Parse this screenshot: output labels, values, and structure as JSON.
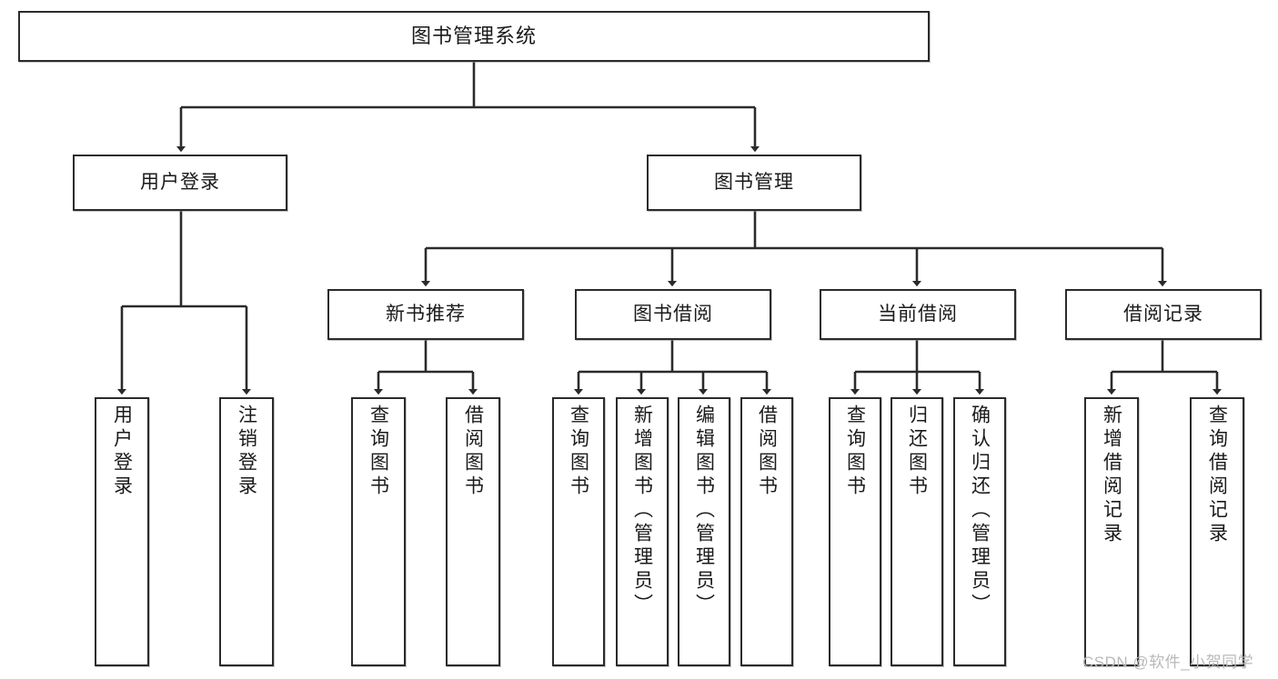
{
  "diagram": {
    "type": "tree-hierarchy-chart",
    "title": "图书管理系统",
    "watermark": "CSDN @软件_小贺同学",
    "colors": {
      "background": "#ffffff",
      "box_border": "#2b2b2b",
      "box_fill": "#ffffff",
      "connector": "#2b2b2b",
      "text": "#1a1a1a",
      "watermark": "#b9b9b9"
    },
    "root": {
      "id": "root",
      "label": "图书管理系统"
    },
    "level2": [
      {
        "id": "user-login",
        "label": "用户登录"
      },
      {
        "id": "book-manage",
        "label": "图书管理"
      }
    ],
    "level3": [
      {
        "id": "new-book-recommend",
        "label": "新书推荐",
        "parent": "book-manage"
      },
      {
        "id": "book-borrow",
        "label": "图书借阅",
        "parent": "book-manage"
      },
      {
        "id": "current-borrow",
        "label": "当前借阅",
        "parent": "book-manage"
      },
      {
        "id": "borrow-record",
        "label": "借阅记录",
        "parent": "book-manage"
      }
    ],
    "leaves": [
      {
        "id": "leaf-user-login",
        "label": "用户登录",
        "parent": "user-login"
      },
      {
        "id": "leaf-logout-login",
        "label": "注销登录",
        "parent": "user-login"
      },
      {
        "id": "leaf-query-book-1",
        "label": "查询图书",
        "parent": "new-book-recommend"
      },
      {
        "id": "leaf-borrow-book-1",
        "label": "借阅图书",
        "parent": "new-book-recommend"
      },
      {
        "id": "leaf-query-book-2",
        "label": "查询图书",
        "parent": "book-borrow"
      },
      {
        "id": "leaf-add-book",
        "label": "新增图书（管理员）",
        "parent": "book-borrow"
      },
      {
        "id": "leaf-edit-book",
        "label": "编辑图书（管理员）",
        "parent": "book-borrow"
      },
      {
        "id": "leaf-borrow-book-2",
        "label": "借阅图书",
        "parent": "book-borrow"
      },
      {
        "id": "leaf-query-book-3",
        "label": "查询图书",
        "parent": "current-borrow"
      },
      {
        "id": "leaf-return-book",
        "label": "归还图书",
        "parent": "current-borrow"
      },
      {
        "id": "leaf-confirm-return",
        "label": "确认归还（管理员）",
        "parent": "current-borrow"
      },
      {
        "id": "leaf-add-record",
        "label": "新增借阅记录",
        "parent": "borrow-record"
      },
      {
        "id": "leaf-query-record",
        "label": "查询借阅记录",
        "parent": "borrow-record"
      }
    ]
  }
}
